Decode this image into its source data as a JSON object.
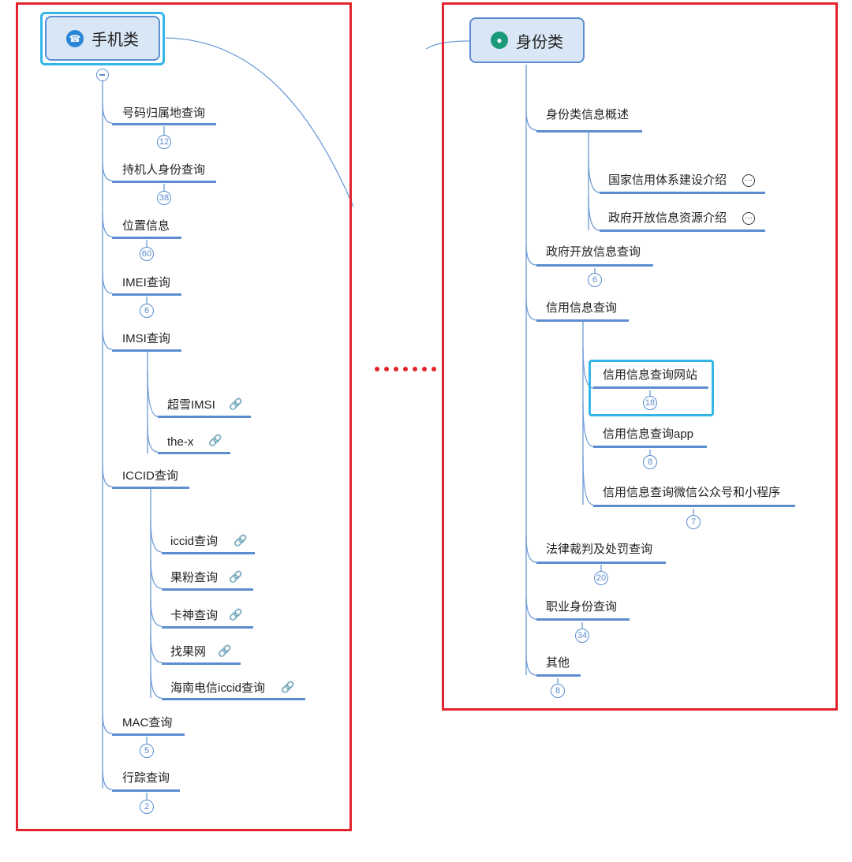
{
  "left_root": {
    "label": "手机类",
    "icon": "phone-icon"
  },
  "right_root": {
    "label": "身份类",
    "icon": "user-icon"
  },
  "left_items": [
    {
      "label": "号码归属地查询",
      "count": "12"
    },
    {
      "label": "持机人身份查询",
      "count": "38"
    },
    {
      "label": "位置信息",
      "count": "60"
    },
    {
      "label": "IMEI查询",
      "count": "6"
    },
    {
      "label": "IMSI查询"
    },
    {
      "label": "超雪IMSI",
      "icon": "link-icon"
    },
    {
      "label": "the-x",
      "icon": "link-icon"
    },
    {
      "label": "ICCID查询"
    },
    {
      "label": "iccid查询",
      "icon": "link-icon"
    },
    {
      "label": "果粉查询",
      "icon": "link-icon"
    },
    {
      "label": "卡神查询",
      "icon": "link-icon"
    },
    {
      "label": "找果网",
      "icon": "link-icon"
    },
    {
      "label": "海南电信iccid查询",
      "icon": "link-icon"
    },
    {
      "label": "MAC查询",
      "count": "5"
    },
    {
      "label": "行踪查询",
      "count": "2"
    }
  ],
  "right_items": [
    {
      "label": "身份类信息概述"
    },
    {
      "label": "国家信用体系建设介绍",
      "icon": "more-icon"
    },
    {
      "label": "政府开放信息资源介绍",
      "icon": "more-icon"
    },
    {
      "label": "政府开放信息查询",
      "count": "6"
    },
    {
      "label": "信用信息查询"
    },
    {
      "label": "信用信息查询网站",
      "count": "18"
    },
    {
      "label": "信用信息查询app",
      "count": "8"
    },
    {
      "label": "信用信息查询微信公众号和小程序",
      "count": "7"
    },
    {
      "label": "法律裁判及处罚查询",
      "count": "20"
    },
    {
      "label": "职业身份查询",
      "count": "34"
    },
    {
      "label": "其他",
      "count": "8"
    }
  ],
  "colors": {
    "frame": "#e3232d",
    "node": "#d9e6f5",
    "branch": "#5b8dd0",
    "selection": "#33b7e8"
  }
}
